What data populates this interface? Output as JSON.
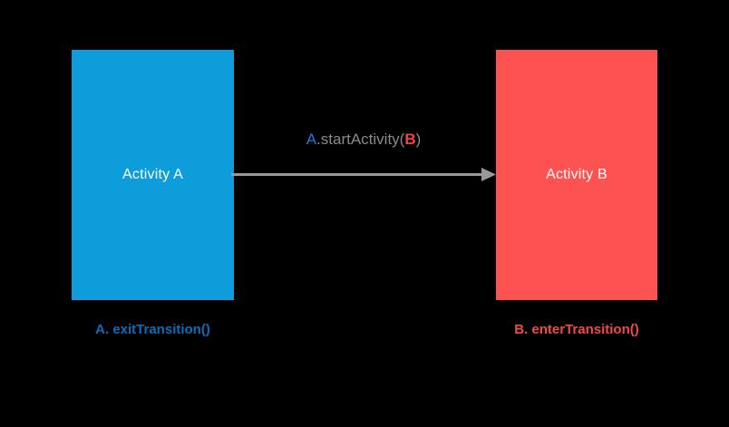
{
  "diagram": {
    "background_color": "#000000",
    "title": "",
    "nodes": [
      {
        "id": "activity-a",
        "label": "Activity A",
        "fill_color": "#0d9ddb",
        "text_color": "#ffffff",
        "caption": "A. exitTransition()",
        "caption_color": "#0a6fb8"
      },
      {
        "id": "activity-b",
        "label": "Activity B",
        "fill_color": "#fc5252",
        "text_color": "#ffffff",
        "caption": "B. enterTransition()",
        "caption_color": "#ef4b4b"
      }
    ],
    "edge": {
      "from": "activity-a",
      "to": "activity-b",
      "line_color": "#999999",
      "label_segments": [
        {
          "text": "A",
          "color": "#1b7fd4"
        },
        {
          "text": ".startActivity(",
          "color": "#8a8a8a"
        },
        {
          "text": "B",
          "color": "#f4453f"
        },
        {
          "text": ")",
          "color": "#8a8a8a"
        }
      ],
      "label_plain": "A.startActivity(B)"
    }
  }
}
